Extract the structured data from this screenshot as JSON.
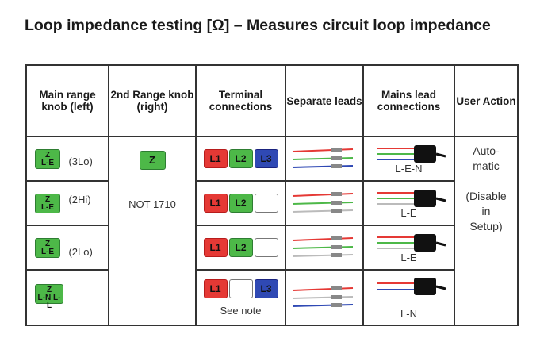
{
  "title": "Loop impedance testing [Ω] – Measures circuit loop impedance",
  "headers": {
    "main_knob": "Main range knob (left)",
    "second_knob": "2nd Range knob (right)",
    "terminal": "Terminal connections",
    "separate": "Separate leads",
    "mains": "Mains lead connections",
    "action": "User Action"
  },
  "rows": [
    {
      "knob_top": "Z",
      "knob_bottom": "L-E",
      "knob_range": "(3Lo)",
      "terminals": [
        "L1",
        "L2",
        "L3"
      ],
      "mains_label": "L-E-N"
    },
    {
      "knob_top": "Z",
      "knob_bottom": "L-E",
      "knob_range": "(2Hi)",
      "terminals": [
        "L1",
        "L2",
        ""
      ],
      "mains_label": "L-E"
    },
    {
      "knob_top": "Z",
      "knob_bottom": "L-E",
      "knob_range": "(2Lo)",
      "terminals": [
        "L1",
        "L2",
        ""
      ],
      "mains_label": "L-E"
    },
    {
      "knob_top": "Z",
      "knob_bottom": "L-N L-L",
      "knob_range": "",
      "terminals": [
        "L1",
        "",
        "L3"
      ],
      "mains_label": "L-N",
      "terminal_note": "See note"
    }
  ],
  "second_knob": {
    "label": "Z",
    "note": "NOT 1710"
  },
  "user_action": {
    "line1": "Auto-",
    "line2": "matic",
    "line3": "(Disable",
    "line4": "in",
    "line5": "Setup)"
  },
  "colors": {
    "red": "#e53935",
    "green": "#4db848",
    "blue": "#2f49b4"
  },
  "icons": {
    "separate_leads": "test-leads-icon",
    "mains_lead": "mains-plug-icon"
  }
}
